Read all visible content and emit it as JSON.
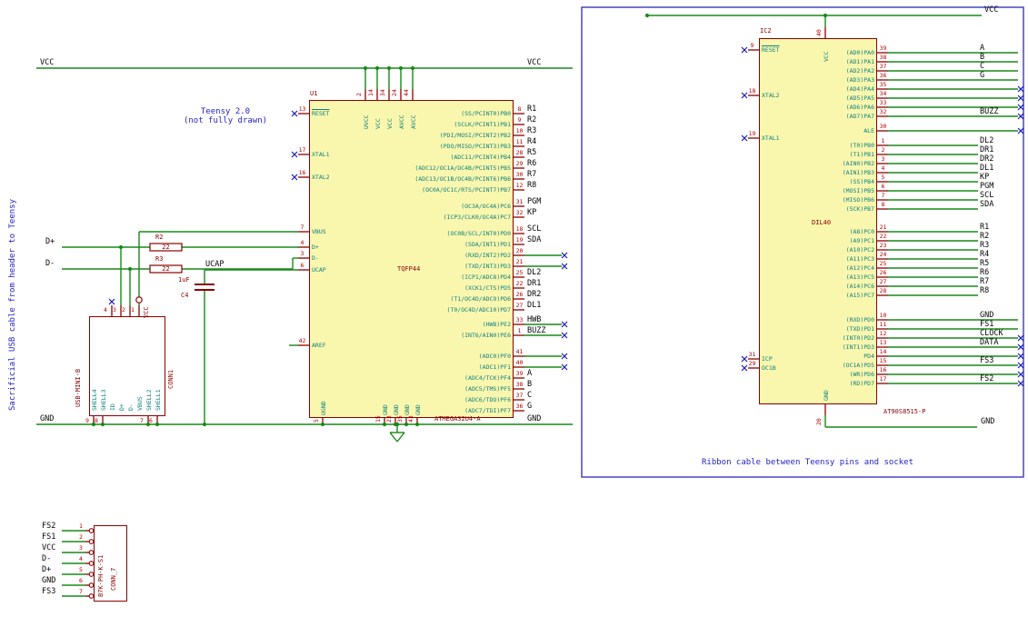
{
  "colors": {
    "wire": "#188818",
    "symbol": "#8a0000",
    "pin_name": "#0f8080",
    "pin_number": "#b00000",
    "body_fill": "#f9f7ae",
    "note": "#2323c8",
    "net_label": "#050505",
    "no_connect": "#1414c8",
    "border": "#2a2ac0"
  },
  "notes": {
    "side": "Sacrificial USB cable from header to Teensy",
    "teensy1": "Teensy 2.0",
    "teensy2": "(not fully drawn)",
    "ribbon": "Ribbon cable between Teensy pins and socket"
  },
  "rails": {
    "vcc": "VCC",
    "gnd": "GND"
  },
  "nets": {
    "dplus": "D+",
    "dminus": "D-",
    "ucap": "UCAP",
    "vbus_power": "VCC"
  },
  "r2": {
    "ref": "R2",
    "value": "22"
  },
  "r3": {
    "ref": "R3",
    "value": "22"
  },
  "c4": {
    "ref": "C4",
    "value": "1uF"
  },
  "u1": {
    "ref": "U1",
    "value": "TQFP44",
    "part": "ATMEGA32U4-A",
    "top_pins": [
      {
        "name": "UVCC",
        "num": "2"
      },
      {
        "name": "VCC",
        "num": "14"
      },
      {
        "name": "VCC",
        "num": "34"
      },
      {
        "name": "AVCC",
        "num": "24"
      },
      {
        "name": "AVCC",
        "num": "44"
      }
    ],
    "bottom_pins": [
      {
        "name": "UGND",
        "num": "5"
      },
      {
        "name": "GND",
        "num": "15"
      },
      {
        "name": "GND",
        "num": "23"
      },
      {
        "name": "GND",
        "num": "35"
      },
      {
        "name": "GND",
        "num": "43"
      }
    ],
    "left_pins": [
      {
        "name": "RESET",
        "num": "13",
        "overline": true,
        "nc": true
      },
      {
        "name": "XTAL1",
        "num": "17",
        "nc": true
      },
      {
        "name": "XTAL2",
        "num": "16",
        "nc": true
      },
      {
        "name": "VBUS",
        "num": "7"
      },
      {
        "name": "D+",
        "num": "4"
      },
      {
        "name": "D-",
        "num": "3"
      },
      {
        "name": "UCAP",
        "num": "6"
      },
      {
        "name": "AREF",
        "num": "42"
      }
    ],
    "right_pins": [
      {
        "name": "(SS/PCINT0)PB0",
        "num": "8",
        "net": "R1"
      },
      {
        "name": "(SCLK/PCINT1)PB1",
        "num": "9",
        "net": "R2"
      },
      {
        "name": "(PDI/MOSI/PCINT2)PB2",
        "num": "10",
        "net": "R3"
      },
      {
        "name": "(PDO/MISO/PCINT3)PB3",
        "num": "11",
        "net": "R4"
      },
      {
        "name": "(ADC11/PCINT4)PB4",
        "num": "28",
        "net": "R5"
      },
      {
        "name": "(ADC12/OC1A/OC4B/PCINT5)PB5",
        "num": "29",
        "net": "R6"
      },
      {
        "name": "(ADC13/OC1B/OC4B/PCINT6)PB6",
        "num": "30",
        "net": "R7"
      },
      {
        "name": "(OC0A/OC1C/RTS/PCINT7)PB7",
        "num": "12",
        "net": "R8"
      },
      {
        "name": "(OC3A/OC4A)PC6",
        "num": "31",
        "net": "PGM"
      },
      {
        "name": "(ICP3/CLK0/OC4A)PC7",
        "num": "32",
        "net": "KP"
      },
      {
        "name": "(OC0B/SCL/INT0)PD0",
        "num": "18",
        "net": "SCL"
      },
      {
        "name": "(SDA/INT1)PD1",
        "num": "19",
        "net": "SDA"
      },
      {
        "name": "(RXD/INT2)PD2",
        "num": "20",
        "nc": true
      },
      {
        "name": "(TXD/INT3)PD3",
        "num": "21",
        "nc": true
      },
      {
        "name": "(ICP1/ADC8)PD4",
        "num": "25",
        "net": "DL2"
      },
      {
        "name": "(XCK1/CTS)PD5",
        "num": "22",
        "net": "DR1"
      },
      {
        "name": "(T1/OC4D/ADC9)PD6",
        "num": "26",
        "net": "DR2"
      },
      {
        "name": "(T0/OC4D/ADC10)PD7",
        "num": "27",
        "net": "DL1"
      },
      {
        "name": "(HWB)PE2",
        "num": "33",
        "net": "HWB",
        "nc": true
      },
      {
        "name": "(INT6/AIN0)PE6",
        "num": "1",
        "net": "BUZZ",
        "nc": true
      },
      {
        "name": "(ADC0)PF0",
        "num": "41",
        "nc": true
      },
      {
        "name": "(ADC1)PF1",
        "num": "40",
        "nc": true
      },
      {
        "name": "(ADC4/TCK)PF4",
        "num": "39",
        "net": "A"
      },
      {
        "name": "(ADC5/TMS)PF5",
        "num": "38",
        "net": "B"
      },
      {
        "name": "(ADC6/TDO)PF6",
        "num": "37",
        "net": "C"
      },
      {
        "name": "(ADC7/TDI)PF7",
        "num": "36",
        "net": "G"
      }
    ]
  },
  "ic2": {
    "ref": "IC2",
    "value": "DIL40",
    "part": "AT90S8515-P",
    "top_pins": [
      {
        "name": "VCC",
        "num": "40"
      }
    ],
    "bottom_pins": [
      {
        "name": "GND",
        "num": "20"
      }
    ],
    "left_pins": [
      {
        "name": "RESET",
        "num": "9",
        "overline": true,
        "nc": true
      },
      {
        "name": "XTAL2",
        "num": "18",
        "nc": true
      },
      {
        "name": "XTAL1",
        "num": "19",
        "nc": true
      },
      {
        "name": "ICP",
        "num": "31",
        "nc": true
      },
      {
        "name": "OC1B",
        "num": "29",
        "nc": true
      }
    ],
    "right_pins": [
      {
        "name": "(AD0)PA0",
        "num": "39",
        "net": "A",
        "long": true
      },
      {
        "name": "(AD1)PA1",
        "num": "38",
        "net": "B",
        "long": true
      },
      {
        "name": "(AD2)PA2",
        "num": "37",
        "net": "C",
        "long": true
      },
      {
        "name": "(AD3)PA3",
        "num": "36",
        "net": "G",
        "long": true
      },
      {
        "name": "(AD4)PA4",
        "num": "35",
        "nc": true,
        "long": true
      },
      {
        "name": "(AD5)PA5",
        "num": "34",
        "nc": true,
        "long": true
      },
      {
        "name": "(AD6)PA6",
        "num": "33",
        "nc": true,
        "long": true
      },
      {
        "name": "(AD7)PA7",
        "num": "32",
        "net": "BUZZ",
        "nc": true,
        "long": true
      },
      {
        "name": "ALE",
        "num": "30",
        "nc": true,
        "long": true
      },
      {
        "name": "(T0)PB0",
        "num": "1",
        "net": "DL2"
      },
      {
        "name": "(T1)PB1",
        "num": "2",
        "net": "DR1"
      },
      {
        "name": "(AIN0)PB2",
        "num": "3",
        "net": "DR2"
      },
      {
        "name": "(AIN1)PB3",
        "num": "4",
        "net": "DL1"
      },
      {
        "name": "(SS)PB4",
        "num": "5",
        "net": "KP"
      },
      {
        "name": "(MOSI)PB5",
        "num": "6",
        "net": "PGM"
      },
      {
        "name": "(MISO)PB6",
        "num": "7",
        "net": "SCL"
      },
      {
        "name": "(SCK)PB7",
        "num": "8",
        "net": "SDA"
      },
      {
        "name": "(A8)PC0",
        "num": "21",
        "net": "R1"
      },
      {
        "name": "(A9)PC1",
        "num": "22",
        "net": "R2"
      },
      {
        "name": "(A10)PC2",
        "num": "23",
        "net": "R3"
      },
      {
        "name": "(A11)PC3",
        "num": "24",
        "net": "R4"
      },
      {
        "name": "(A12)PC4",
        "num": "25",
        "net": "R5"
      },
      {
        "name": "(A13)PC5",
        "num": "26",
        "net": "R6"
      },
      {
        "name": "(A14)PC6",
        "num": "27",
        "net": "R7"
      },
      {
        "name": "(A15)PC7",
        "num": "28",
        "net": "R8"
      },
      {
        "name": "(RXD)PD0",
        "num": "10",
        "net": "GND",
        "long": true
      },
      {
        "name": "(TXD)PD1",
        "num": "11",
        "net": "FS1",
        "long": true
      },
      {
        "name": "(INT0)PD2",
        "num": "12",
        "net": "CLOCK",
        "nc": true,
        "long": true
      },
      {
        "name": "(INT1)PD3",
        "num": "13",
        "net": "DATA",
        "nc": true,
        "long": true
      },
      {
        "name": "PD4",
        "num": "14",
        "nc": true,
        "long": true
      },
      {
        "name": "(OC1A)PD5",
        "num": "15",
        "net": "FS3",
        "nc": true,
        "long": true
      },
      {
        "name": "(WR)PD6",
        "num": "16",
        "nc": true,
        "long": true
      },
      {
        "name": "(RD)PD7",
        "num": "17",
        "net": "FS2",
        "nc": true,
        "long": true
      }
    ]
  },
  "conn1": {
    "ref": "CONN1",
    "value": "USB-MINI-B",
    "columns": [
      {
        "name": "SHELL4",
        "bottom_num": "9"
      },
      {
        "name": "SHELL3",
        "bottom_num": "8"
      },
      {
        "name": "ID",
        "top_num": "4",
        "nc": true
      },
      {
        "name": "D+",
        "top_num": "3"
      },
      {
        "name": "D-",
        "top_num": "2"
      },
      {
        "name": "VBUS",
        "top_num": "1"
      },
      {
        "name": "SHELL2",
        "bottom_num": "7"
      },
      {
        "name": "SHELL1",
        "bottom_num": "6"
      }
    ]
  },
  "conn7": {
    "ref": "CONN_7",
    "value": "B7K-PH-K-S1",
    "pins": [
      {
        "net": "FS2",
        "num": "1"
      },
      {
        "net": "FS1",
        "num": "2"
      },
      {
        "net": "VCC",
        "num": "3"
      },
      {
        "net": "D-",
        "num": "4"
      },
      {
        "net": "D+",
        "num": "5"
      },
      {
        "net": "GND",
        "num": "6"
      },
      {
        "net": "FS3",
        "num": "7"
      }
    ]
  }
}
